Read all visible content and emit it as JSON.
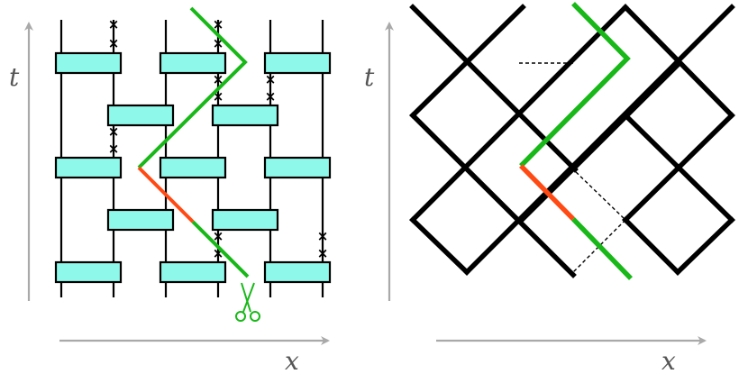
{
  "left_panel": {
    "x_label": "x",
    "t_label": "t",
    "scissors_icon": "scissors-icon",
    "mark_glyph": "×"
  },
  "right_panel": {
    "x_label": "x",
    "t_label": "t"
  },
  "colors": {
    "axis": "#a9a9a9",
    "gate_fill": "#8ef9ea",
    "gate_stroke": "#000000",
    "cut_green": "#18b818",
    "cut_red": "#ff4a14",
    "lattice": "#000000"
  }
}
